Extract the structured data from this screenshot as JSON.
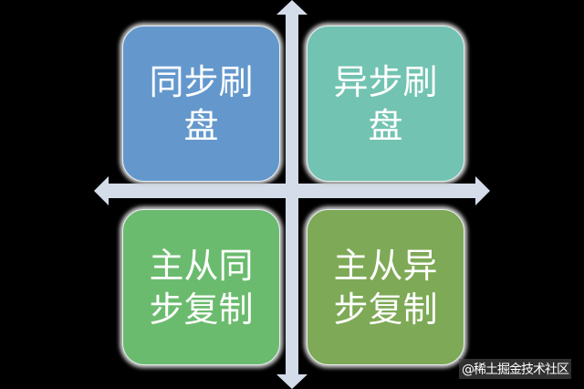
{
  "diagram": {
    "type": "quadrant",
    "axis_color": "#d4dcea",
    "quadrants": [
      {
        "position": "top-left",
        "label": "同步刷盘",
        "color": "#6498cd"
      },
      {
        "position": "top-right",
        "label": "异步刷盘",
        "color": "#72c3b1"
      },
      {
        "position": "bottom-left",
        "label": "主从同步复制",
        "color": "#6bbb6e"
      },
      {
        "position": "bottom-right",
        "label": "主从异步复制",
        "color": "#7ea956"
      }
    ]
  },
  "watermark": "@稀土掘金技术社区"
}
